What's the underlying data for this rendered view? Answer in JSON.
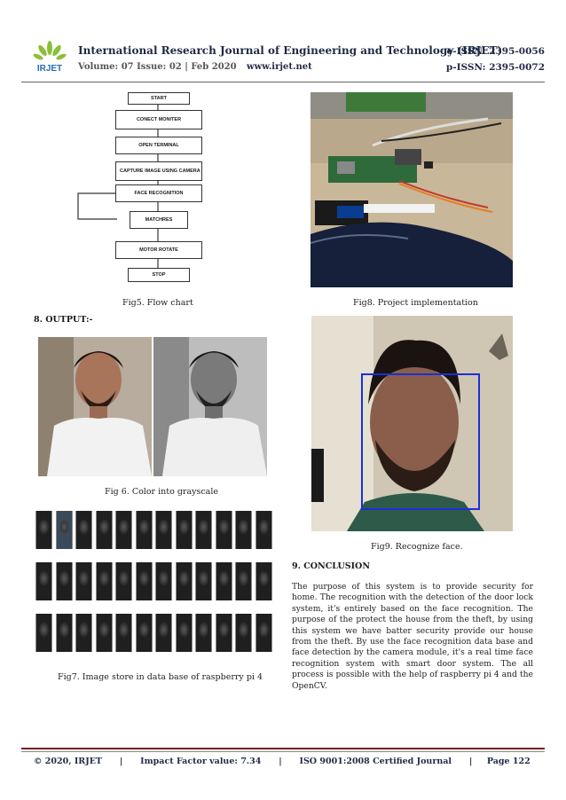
{
  "header": {
    "journal_title": "International Research Journal of Engineering and Technology (IRJET)",
    "eissn": "e-ISSN: 2395-0056",
    "volume": "Volume: 07 Issue: 02 | Feb 2020",
    "website": "www.irjet.net",
    "pissn": "p-ISSN: 2395-0072",
    "logo_text": "IRJET"
  },
  "flowchart": {
    "steps": [
      "START",
      "CONECT MONITER",
      "OPEN TERMINAL",
      "CAPTURE IMAGE USING CAMERA",
      "FACE RECOGNITION",
      "MATCHRES",
      "MOTOR ROTATE",
      "STOP"
    ]
  },
  "captions": {
    "fig5": "Fig5. Flow chart",
    "fig8": "Fig8. Project implementation",
    "fig6": "Fig 6. Color into grayscale",
    "fig7": "Fig7. Image store in data base of raspberry pi 4",
    "fig9": "Fig9. Recognize face."
  },
  "sections": {
    "output_heading": "8. OUTPUT:-",
    "conclusion_heading": "9. CONCLUSION",
    "conclusion_text": "The purpose of this system is to provide security for home. The recognition with the detection of the door lock system, it's entirely based on the face recognition. The purpose of the protect the house from the theft, by using this system we have batter security provide our house from the theft. By use the face recognition data base and face detection by the camera module, it's a real time face recognition system with smart door system. The all process is possible with the help of raspberry pi 4 and the OpenCV."
  },
  "footer": {
    "copyright": "© 2020, IRJET",
    "impact": "Impact Factor value: 7.34",
    "iso": "ISO 9001:2008 Certified Journal",
    "page": "Page 122"
  }
}
